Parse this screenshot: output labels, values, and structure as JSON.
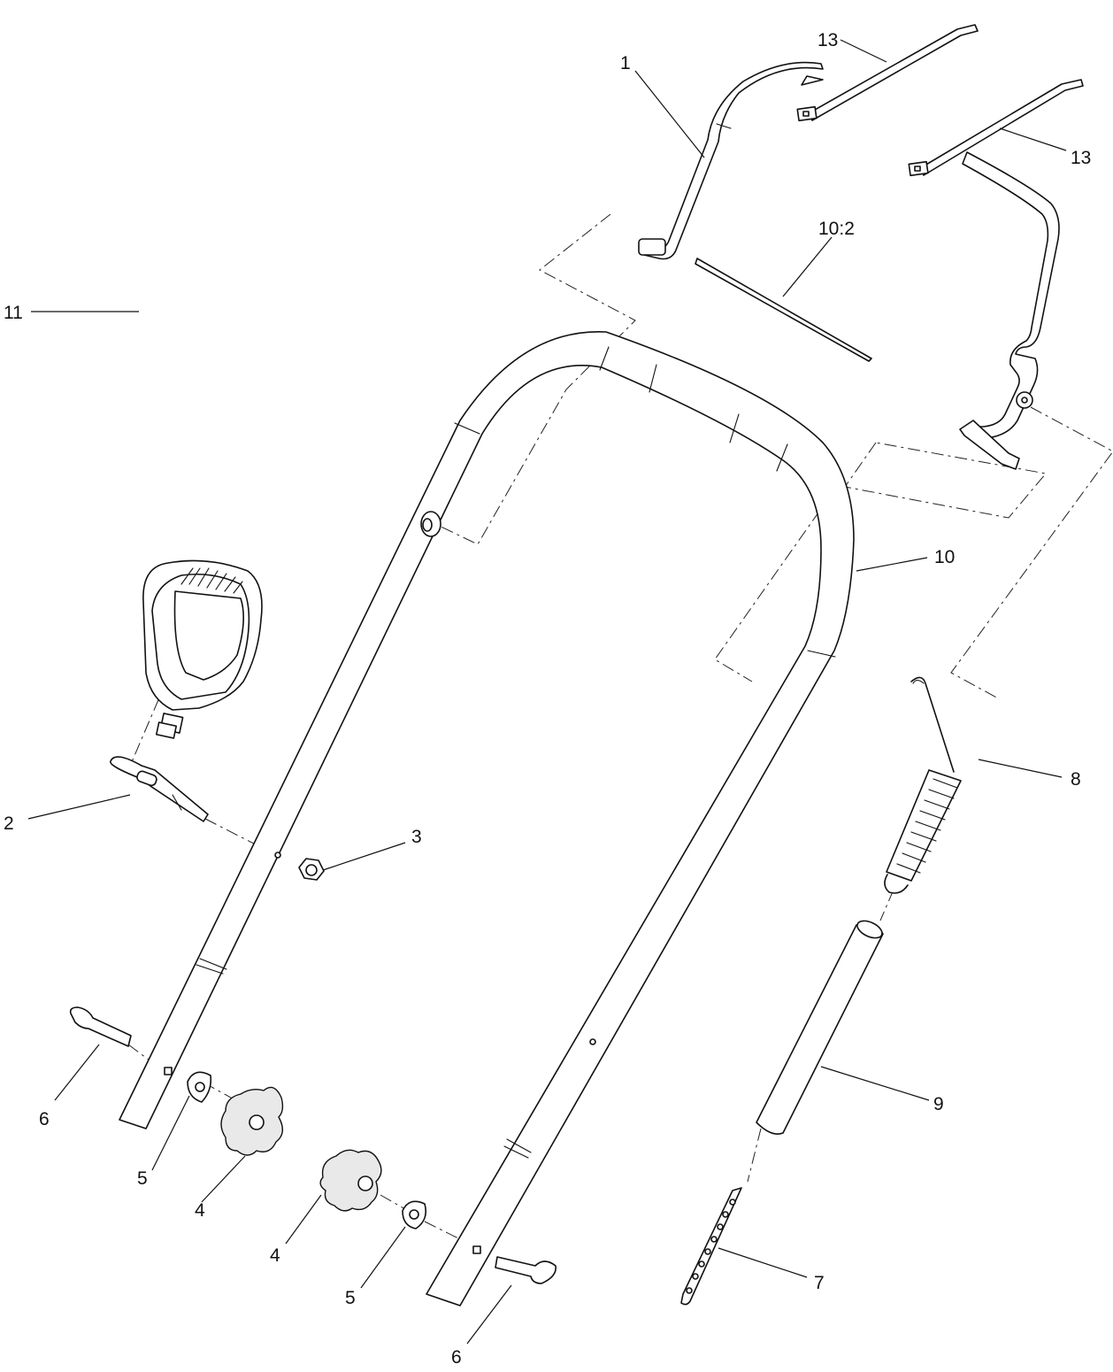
{
  "callouts": {
    "c1": "1",
    "c2": "2",
    "c3": "3",
    "c4a": "4",
    "c4b": "4",
    "c5a": "5",
    "c5b": "5",
    "c6a": "6",
    "c6b": "6",
    "c7": "7",
    "c8": "8",
    "c9": "9",
    "c10": "10",
    "c10_2": "10:2",
    "c11": "11",
    "c13a": "13",
    "c13b": "13"
  },
  "colors": {
    "line": "#111111",
    "background": "#ffffff"
  }
}
